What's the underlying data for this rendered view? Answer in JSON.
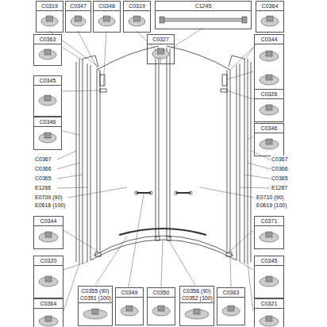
{
  "diagram": {
    "nodes": [
      {
        "text": [
          "C0319"
        ]
      },
      {
        "text": [
          "C0347"
        ]
      },
      {
        "text": [
          "C0348"
        ]
      },
      {
        "text": [
          "C0319"
        ]
      },
      {
        "text": [
          "C1245"
        ]
      },
      {
        "text": [
          "C0364"
        ]
      },
      {
        "text": [
          "C0363"
        ]
      },
      {
        "text": [
          "C0327"
        ]
      },
      {
        "text": [
          "C0344"
        ]
      },
      {
        "text": [
          "C0345"
        ]
      },
      {
        "text": [
          "C0326"
        ]
      },
      {
        "text": [
          "C0346"
        ]
      },
      {
        "text": [
          "C0346"
        ]
      },
      {
        "text": [
          "C0344"
        ]
      },
      {
        "text": [
          "C0371"
        ]
      },
      {
        "text": [
          "C0320"
        ]
      },
      {
        "text": [
          "C0345"
        ]
      },
      {
        "text": [
          "C0364"
        ]
      },
      {
        "text": [
          "C0321"
        ]
      },
      {
        "text": [
          "C0355 (90)",
          "C0351 (100)"
        ]
      },
      {
        "text": [
          "C0349"
        ]
      },
      {
        "text": [
          "C0350"
        ]
      },
      {
        "text": [
          "C0356 (90)",
          "C0352 (100)"
        ]
      },
      {
        "text": [
          "C0363"
        ]
      }
    ],
    "labels": [
      "C0367",
      "C0366",
      "C0365",
      "E1266",
      "E0709 (90)",
      "E0618 (100)",
      "C0367",
      "C0366",
      "C0365",
      "E1267",
      "E0710 (90)",
      "E0619 (100)"
    ]
  }
}
